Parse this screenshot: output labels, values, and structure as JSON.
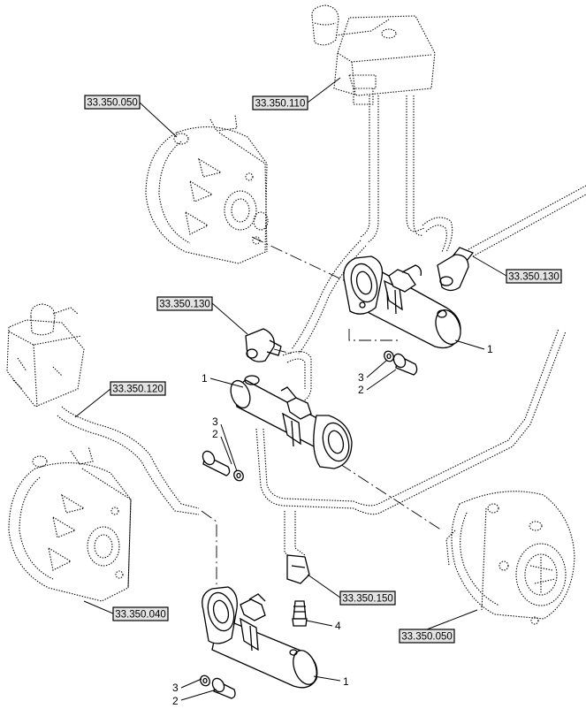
{
  "refs": {
    "r1": "33.350.050",
    "r2": "33.350.110",
    "r3": "33.350.130",
    "r4": "33.350.130",
    "r5": "33.350.120",
    "r6": "33.350.150",
    "r7": "33.350.040",
    "r8": "33.350.050"
  },
  "callouts": {
    "c1": "1",
    "c2": "3",
    "c3": "2",
    "c4": "1",
    "c5": "3",
    "c6": "2",
    "c7": "4",
    "c8": "1",
    "c9": "3",
    "c10": "2"
  }
}
